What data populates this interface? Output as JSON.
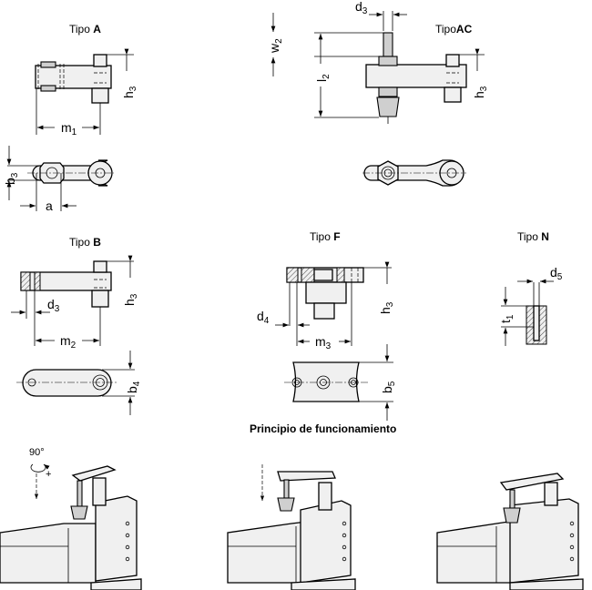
{
  "views": {
    "tipo_a": {
      "prefix": "Tipo ",
      "letter": "A"
    },
    "tipo_ac": {
      "prefix": "Tipo",
      "letter": "AC"
    },
    "tipo_b": {
      "prefix": "Tipo ",
      "letter": "B"
    },
    "tipo_f": {
      "prefix": "Tipo ",
      "letter": "F"
    },
    "tipo_n": {
      "prefix": "Tipo ",
      "letter": "N"
    }
  },
  "dimensions": {
    "m1": {
      "base": "m",
      "sub": "1"
    },
    "h3": {
      "base": "h",
      "sub": "3"
    },
    "b3": {
      "base": "b",
      "sub": "3"
    },
    "a": {
      "base": "a",
      "sub": ""
    },
    "d3": {
      "base": "d",
      "sub": "3"
    },
    "w2": {
      "base": "w",
      "sub": "2"
    },
    "l2": {
      "base": "l",
      "sub": "2"
    },
    "m2": {
      "base": "m",
      "sub": "2"
    },
    "b4": {
      "base": "b",
      "sub": "4"
    },
    "d4": {
      "base": "d",
      "sub": "4"
    },
    "m3": {
      "base": "m",
      "sub": "3"
    },
    "b5": {
      "base": "b",
      "sub": "5"
    },
    "d5": {
      "base": "d",
      "sub": "5"
    },
    "t1": {
      "base": "t",
      "sub": "1"
    }
  },
  "principle": {
    "title": "Principio de funcionamiento",
    "rotation_label": "90°",
    "plus_label": "+"
  }
}
